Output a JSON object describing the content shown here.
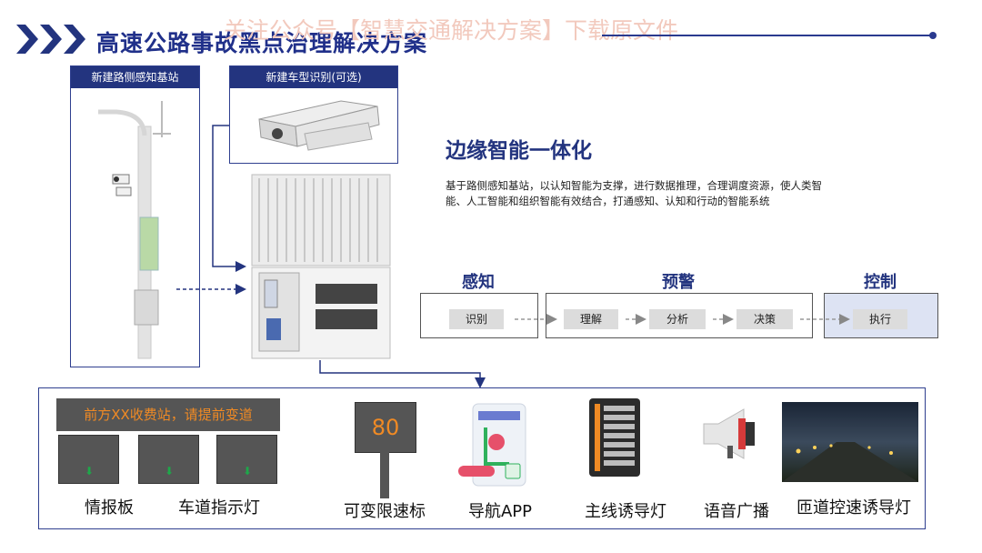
{
  "header": {
    "title": "高速公路事故黑点治理解决方案",
    "watermark": "关注公众号【智慧交通解决方案】下载原文件"
  },
  "panels": {
    "roadside_station": "新建路侧感知基站",
    "vehicle_recognition": "新建车型识别(可选)"
  },
  "edge": {
    "heading": "边缘智能一体化",
    "description_line1": "基于路侧感知基站，以认知智能为支撑，进行数据推理，合理调度资源，使人类智",
    "description_line2": "能、人工智能和组织智能有效结合，打通感知、认知和行动的智能系统"
  },
  "flow": {
    "perception": {
      "title": "感知",
      "steps": [
        "识别"
      ]
    },
    "warning": {
      "title": "预警",
      "steps": [
        "理解",
        "分析",
        "决策"
      ]
    },
    "control": {
      "title": "控制",
      "steps": [
        "执行"
      ]
    }
  },
  "devices": {
    "info_board_message": "前方XX收费站，请提前变道",
    "speed_limit_value": "80",
    "labels": {
      "info_board": "情报板",
      "lane_light": "车道指示灯",
      "variable_speed": "可变限速标",
      "nav_app": "导航APP",
      "mainline_light": "主线诱导灯",
      "voice": "语音广播",
      "ramp_light": "匝道控速诱导灯"
    }
  },
  "colors": {
    "brand": "#23347f",
    "control_fill": "#dde3f3",
    "board_text": "#f08a24",
    "arrow_green": "#1ea84a"
  }
}
